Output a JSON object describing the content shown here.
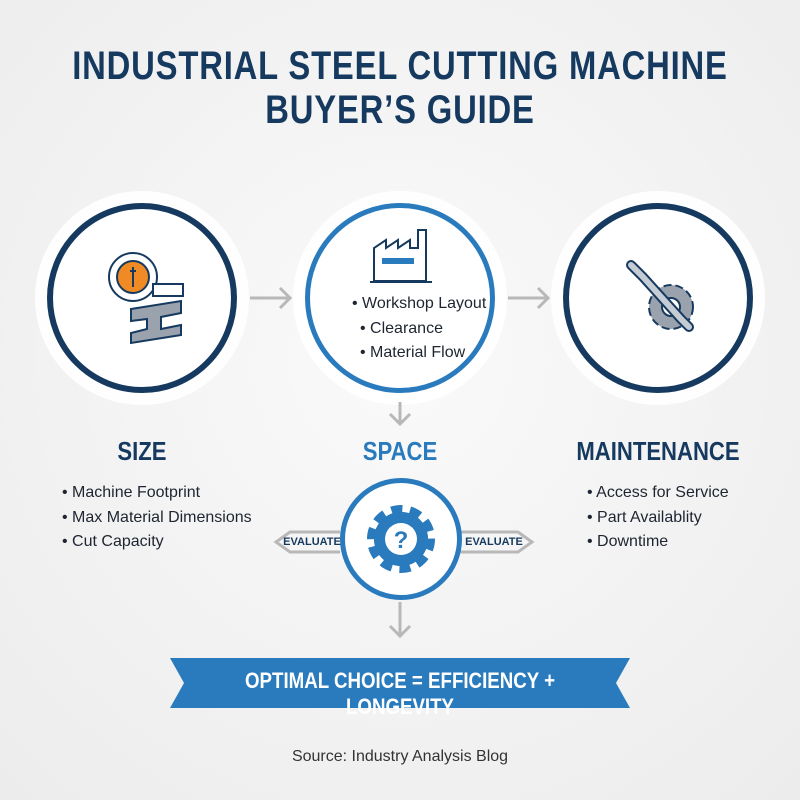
{
  "title": {
    "line1": "INDUSTRIAL STEEL CUTTING MACHINE",
    "line2": "BUYER’S GUIDE"
  },
  "colors": {
    "navy": "#163a5f",
    "blue": "#2a7bbd",
    "orange": "#f08a24",
    "arrow": "#b8b8b8"
  },
  "space_circle": {
    "items": [
      "Workshop Layout",
      "Clearance",
      "Material Flow"
    ]
  },
  "sections": [
    {
      "heading": "SIZE",
      "icon": "tape-measure-steel-beam-icon",
      "items": [
        "Machine Footprint",
        "Max Material Dimensions",
        "Cut Capacity"
      ]
    },
    {
      "heading": "SPACE",
      "icon": "factory-icon"
    },
    {
      "heading": "MAINTENANCE",
      "icon": "wrench-gear-icon",
      "items": [
        "Access for Service",
        "Part Availablity",
        "Downtime"
      ]
    }
  ],
  "center": {
    "icon": "gear-question-icon",
    "left_tag": "EVALUATE",
    "right_tag": "EVALUATE"
  },
  "banner": "OPTIMAL CHOICE = EFFICIENCY + LONGEVITY",
  "source": "Source: Industry Analysis Blog"
}
